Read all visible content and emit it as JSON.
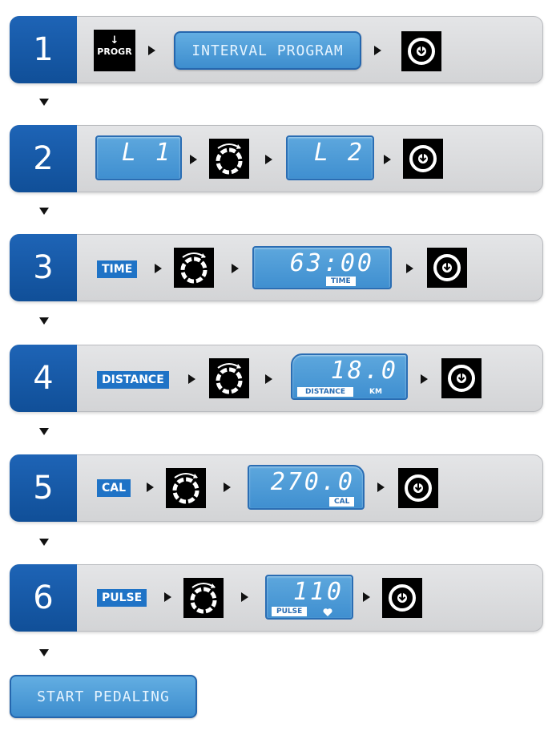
{
  "steps": [
    {
      "number": "1",
      "progr_label": "PROGR",
      "display_text": "INTERVAL PROGRAM"
    },
    {
      "number": "2",
      "lcd_left": "L  1",
      "lcd_right": "L  2"
    },
    {
      "number": "3",
      "tag": "TIME",
      "lcd_value": "63:00",
      "lcd_tag": "TIME"
    },
    {
      "number": "4",
      "tag": "DISTANCE",
      "lcd_value": "18.0",
      "lcd_tag": "DISTANCE",
      "lcd_unit": "KM"
    },
    {
      "number": "5",
      "tag": "CAL",
      "lcd_value": "270.0",
      "lcd_tag": "CAL"
    },
    {
      "number": "6",
      "tag": "PULSE",
      "lcd_value": "110",
      "lcd_tag": "PULSE"
    }
  ],
  "final_button": "START PEDALING",
  "icons": {
    "confirm": "confirm-dial-icon",
    "rotate": "rotate-dial-icon",
    "progr": "progr-button-icon",
    "heart": "heart-icon",
    "arrow": "right-arrow-icon",
    "down": "down-arrow-icon"
  },
  "colors": {
    "step_blue": "#1060b0",
    "lcd_blue": "#4c9ad8",
    "panel_grey": "#dcdde0"
  }
}
